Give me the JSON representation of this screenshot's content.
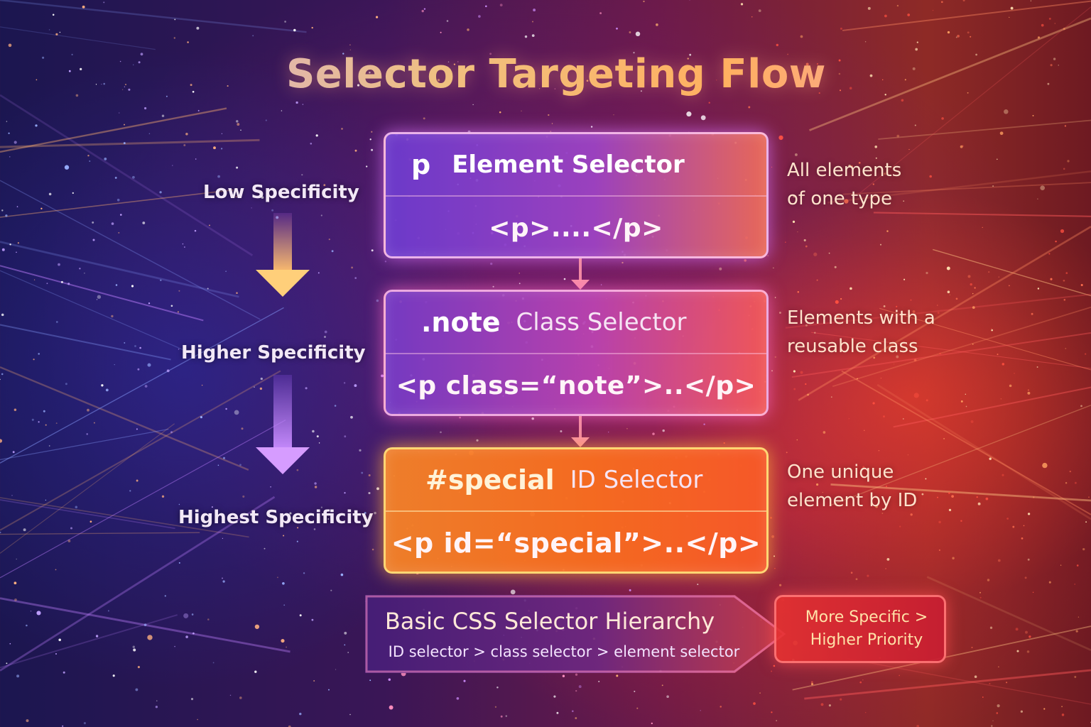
{
  "title": "Selector Targeting Flow",
  "specificity_labels": {
    "low": "Low Specificity",
    "higher": "Higher Specificity",
    "highest": "Highest Specificity"
  },
  "cards": {
    "element": {
      "selector": "p",
      "kind": "Element Selector",
      "code": "<p>....</p>",
      "description_line1": "All elements",
      "description_line2": "of one type"
    },
    "class": {
      "selector": ".note",
      "kind": "Class Selector",
      "code": "<p class=“note”>..</p>",
      "description_line1": "Elements with a",
      "description_line2": "reusable class"
    },
    "id": {
      "selector": "#special",
      "kind": "ID Selector",
      "code": "<p id=“special”>..</p>",
      "description_line1": "One unique",
      "description_line2": "element by ID"
    }
  },
  "footer": {
    "title": "Basic CSS Selector Hierarchy",
    "subtitle": "ID selector  >  class selector  >  element selector",
    "badge_line1": "More Specific >",
    "badge_line2": "Higher Priority"
  },
  "colors": {
    "element_card": "#8a4bd0",
    "class_card": "#c04aa8",
    "id_card": "#f57a28",
    "badge": "#e03a3a"
  }
}
